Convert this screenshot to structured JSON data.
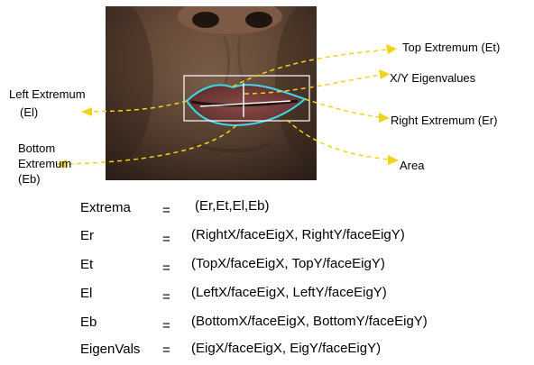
{
  "labels": {
    "top_extremum": "Top Extremum (Et)",
    "xy_eigenvalues": "X/Y Eigenvalues",
    "left_extremum_line1": "Left Extremum",
    "left_extremum_line2": "(El)",
    "right_extremum": "Right Extremum (Er)",
    "bottom_extremum_line1": "Bottom",
    "bottom_extremum_line2": "Extremum",
    "bottom_extremum_line3": "(Eb)",
    "area": "Area"
  },
  "equations": [
    {
      "lhs": "Extrema",
      "eq": "=",
      "rhs": "(Er,Et,El,Eb)"
    },
    {
      "lhs": "Er",
      "eq": "=",
      "rhs": "(RightX/faceEigX, RightY/faceEigY)"
    },
    {
      "lhs": "Et",
      "eq": "=",
      "rhs": "(TopX/faceEigX, TopY/faceEigY)"
    },
    {
      "lhs": "El",
      "eq": "=",
      "rhs": "(LeftX/faceEigX, LeftY/faceEigY)"
    },
    {
      "lhs": "Eb",
      "eq": "=",
      "rhs": "(BottomX/faceEigX, BottomY/faceEigY)"
    },
    {
      "lhs": "EigenVals",
      "eq": "=",
      "rhs": "(EigX/faceEigX, EigY/faceEigY)"
    }
  ],
  "colors": {
    "annotation_arrow": "#f2d21a",
    "lip_contour": "#3fd8e8",
    "bounding_box": "#ffffff",
    "eigen_axes": "#ffffff"
  }
}
